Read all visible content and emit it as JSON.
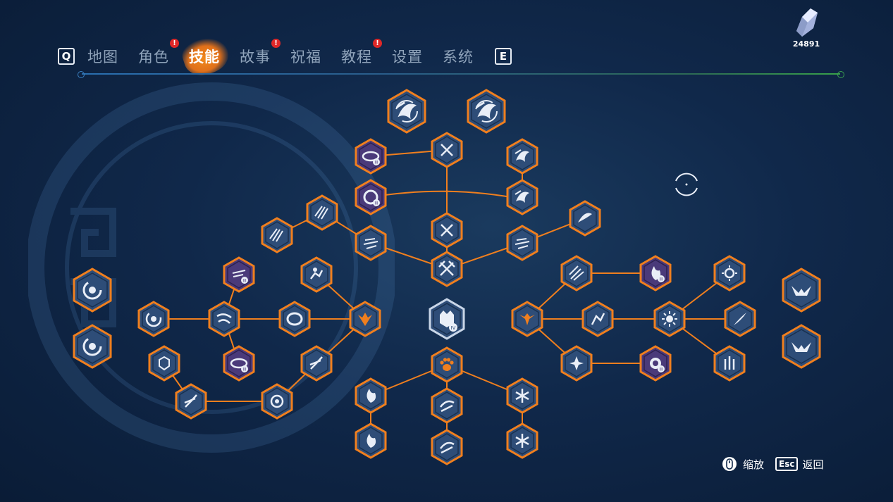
{
  "nav": {
    "left_key": "Q",
    "right_key": "E",
    "tabs": [
      {
        "label": "地图",
        "badge": ""
      },
      {
        "label": "角色",
        "badge": "!"
      },
      {
        "label": "技能",
        "badge": "",
        "active": true
      },
      {
        "label": "故事",
        "badge": "!"
      },
      {
        "label": "祝福",
        "badge": ""
      },
      {
        "label": "教程",
        "badge": "!"
      },
      {
        "label": "设置",
        "badge": ""
      },
      {
        "label": "系统",
        "badge": ""
      }
    ]
  },
  "currency": {
    "amount": "24891",
    "icon": "crystal-icon"
  },
  "hints": {
    "zoom_label": "缩放",
    "zoom_icon": "mouse-icon",
    "back_key": "Esc",
    "back_label": "返回"
  },
  "colors": {
    "node_frame": "#f07f1e",
    "node_fill": "#2e4d78",
    "node_fill_upgrade": "#4a3a7a",
    "link": "#f07f1e",
    "core_fill": "#2e4d78"
  },
  "skill_tree": {
    "nodes": [
      {
        "id": "top-a",
        "icon": "swirl-bird-icon",
        "type": "normal",
        "size": "large"
      },
      {
        "id": "top-b",
        "icon": "swirl-bird-icon",
        "type": "normal",
        "size": "large"
      },
      {
        "id": "c-1",
        "icon": "crossed-blades-icon",
        "type": "normal"
      },
      {
        "id": "c-2",
        "icon": "vortex-icon",
        "type": "upgrade",
        "level": "III"
      },
      {
        "id": "c-3",
        "icon": "wave-cut-icon",
        "type": "normal"
      },
      {
        "id": "c-4",
        "icon": "spiral-fist-icon",
        "type": "upgrade",
        "level": "III"
      },
      {
        "id": "c-5",
        "icon": "wave-cut-icon",
        "type": "normal"
      },
      {
        "id": "c-6",
        "icon": "claw-icon",
        "type": "normal"
      },
      {
        "id": "c-7",
        "icon": "claw-icon",
        "type": "normal"
      },
      {
        "id": "c-8",
        "icon": "dash-icon",
        "type": "normal"
      },
      {
        "id": "c-9",
        "icon": "crossed-blades-icon",
        "type": "normal"
      },
      {
        "id": "c-10",
        "icon": "dash-icon",
        "type": "normal"
      },
      {
        "id": "c-11",
        "icon": "slash-icon",
        "type": "normal"
      },
      {
        "id": "hub-top",
        "icon": "crossed-swords-icon",
        "type": "normal"
      },
      {
        "id": "core",
        "icon": "beast-head-icon",
        "type": "core",
        "level": "IV"
      },
      {
        "id": "hub-bottom",
        "icon": "paw-icon",
        "type": "normal"
      },
      {
        "id": "hub-left",
        "icon": "crest-icon",
        "type": "normal"
      },
      {
        "id": "hub-right",
        "icon": "phoenix-icon",
        "type": "normal"
      },
      {
        "id": "l-1",
        "icon": "spin-icon",
        "type": "upgrade",
        "level": "III"
      },
      {
        "id": "l-2",
        "icon": "runner-icon",
        "type": "normal"
      },
      {
        "id": "l-3",
        "icon": "spiral-icon",
        "type": "normal"
      },
      {
        "id": "l-4",
        "icon": "twister-icon",
        "type": "normal"
      },
      {
        "id": "l-5",
        "icon": "ring-icon",
        "type": "normal"
      },
      {
        "id": "l-6",
        "icon": "crest-small-icon",
        "type": "normal"
      },
      {
        "id": "l-7",
        "icon": "vortex-icon",
        "type": "upgrade",
        "level": "III"
      },
      {
        "id": "l-8",
        "icon": "wind-blade-icon",
        "type": "normal"
      },
      {
        "id": "l-9",
        "icon": "wind-blade-icon",
        "type": "normal"
      },
      {
        "id": "l-10",
        "icon": "shield-spark-icon",
        "type": "normal"
      },
      {
        "id": "far-l-1",
        "icon": "shield-swirl-icon",
        "type": "normal",
        "size": "large"
      },
      {
        "id": "far-l-2",
        "icon": "shield-swirl-icon",
        "type": "normal",
        "size": "large"
      },
      {
        "id": "b-1",
        "icon": "flame-icon",
        "type": "normal"
      },
      {
        "id": "b-2",
        "icon": "flame-icon",
        "type": "normal"
      },
      {
        "id": "b-3",
        "icon": "gust-icon",
        "type": "normal"
      },
      {
        "id": "b-4",
        "icon": "gust-icon",
        "type": "normal"
      },
      {
        "id": "b-5",
        "icon": "snowflake-icon",
        "type": "normal"
      },
      {
        "id": "b-6",
        "icon": "snowflake-icon",
        "type": "normal"
      },
      {
        "id": "r-1",
        "icon": "meteor-icon",
        "type": "normal"
      },
      {
        "id": "r-2",
        "icon": "fire-fist-icon",
        "type": "upgrade",
        "level": "III"
      },
      {
        "id": "r-3",
        "icon": "sun-icon",
        "type": "normal"
      },
      {
        "id": "r-4",
        "icon": "leap-icon",
        "type": "normal"
      },
      {
        "id": "r-5",
        "icon": "burst-icon",
        "type": "normal"
      },
      {
        "id": "r-6",
        "icon": "comet-icon",
        "type": "normal"
      },
      {
        "id": "r-7",
        "icon": "fire-burst-icon",
        "type": "normal"
      },
      {
        "id": "r-8",
        "icon": "blaze-orb-icon",
        "type": "upgrade",
        "level": "III"
      },
      {
        "id": "r-9",
        "icon": "triple-flame-icon",
        "type": "normal"
      },
      {
        "id": "far-r-1",
        "icon": "wing-strike-icon",
        "type": "normal",
        "size": "large"
      },
      {
        "id": "far-r-2",
        "icon": "wing-strike-icon",
        "type": "normal",
        "size": "large"
      }
    ]
  }
}
